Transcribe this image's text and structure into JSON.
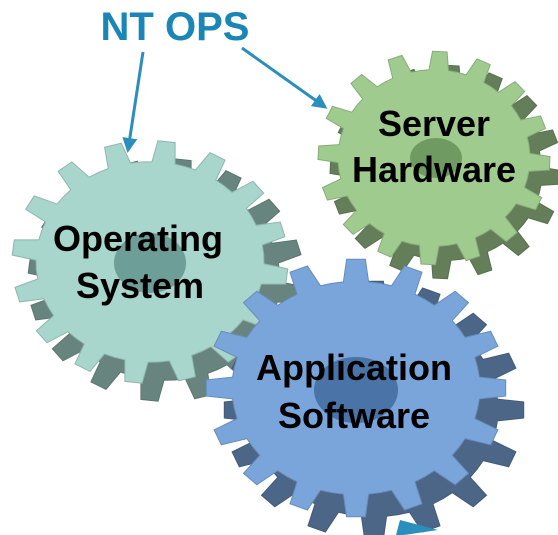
{
  "title": "NT OPS",
  "gears": {
    "server": {
      "line1": "Server",
      "line2": "Hardware"
    },
    "os": {
      "line1": "Operating",
      "line2": "System"
    },
    "app": {
      "line1": "Application",
      "line2": "Software"
    }
  },
  "colors": {
    "title": "#1a86b8",
    "arrow": "#2a8fbd",
    "server_gear": "#9fcb8f",
    "os_gear": "#a8d5cc",
    "app_gear": "#7aa5da"
  }
}
